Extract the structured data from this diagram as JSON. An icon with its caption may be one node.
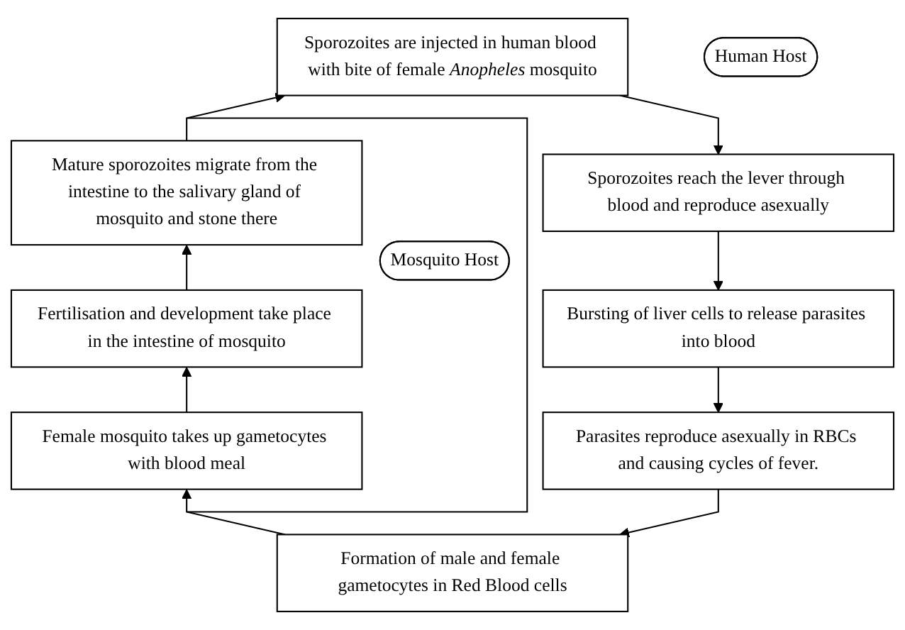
{
  "diagram": {
    "nodes": [
      {
        "text": [
          "Sporozoites are injected in human blood with bite of female *Anopheles* mosquito"
        ]
      },
      {
        "text": [
          "Sporozoites reach the lever through blood and reproduce asexually"
        ]
      },
      {
        "text": [
          "Bursting of liver cells to release parasites into blood"
        ]
      },
      {
        "text": [
          "Parasites reproduce asexually in RBCs and causing cycles of fever."
        ]
      },
      {
        "text": [
          "Formation of male and female gametocytes in Red Blood cells"
        ]
      },
      {
        "text": [
          "Female mosquito takes up gametocytes with blood meal"
        ]
      },
      {
        "text": [
          "Fertilisation and development take place in the intestine of mosquito"
        ]
      },
      {
        "text": [
          "Mature sporozoites migrate from the intestine to the salivary gland of mosquito and stone there"
        ]
      },
      {
        "text": [
          "Human Host"
        ]
      },
      {
        "text": [
          "Mosquito Host"
        ]
      }
    ],
    "edges": [
      {
        "from": 0,
        "to": 1,
        "arrow": "to"
      },
      {
        "from": 1,
        "to": 2,
        "arrow": "to"
      },
      {
        "from": 2,
        "to": 3,
        "arrow": "to"
      },
      {
        "from": 3,
        "to": 4,
        "arrow": "to"
      },
      {
        "from": 4,
        "to": 5,
        "arrow": "to"
      },
      {
        "from": 5,
        "to": 6,
        "arrow": "to"
      },
      {
        "from": 6,
        "to": 7,
        "arrow": "to"
      },
      {
        "from": 7,
        "to": 0,
        "arrow": "to"
      }
    ]
  }
}
